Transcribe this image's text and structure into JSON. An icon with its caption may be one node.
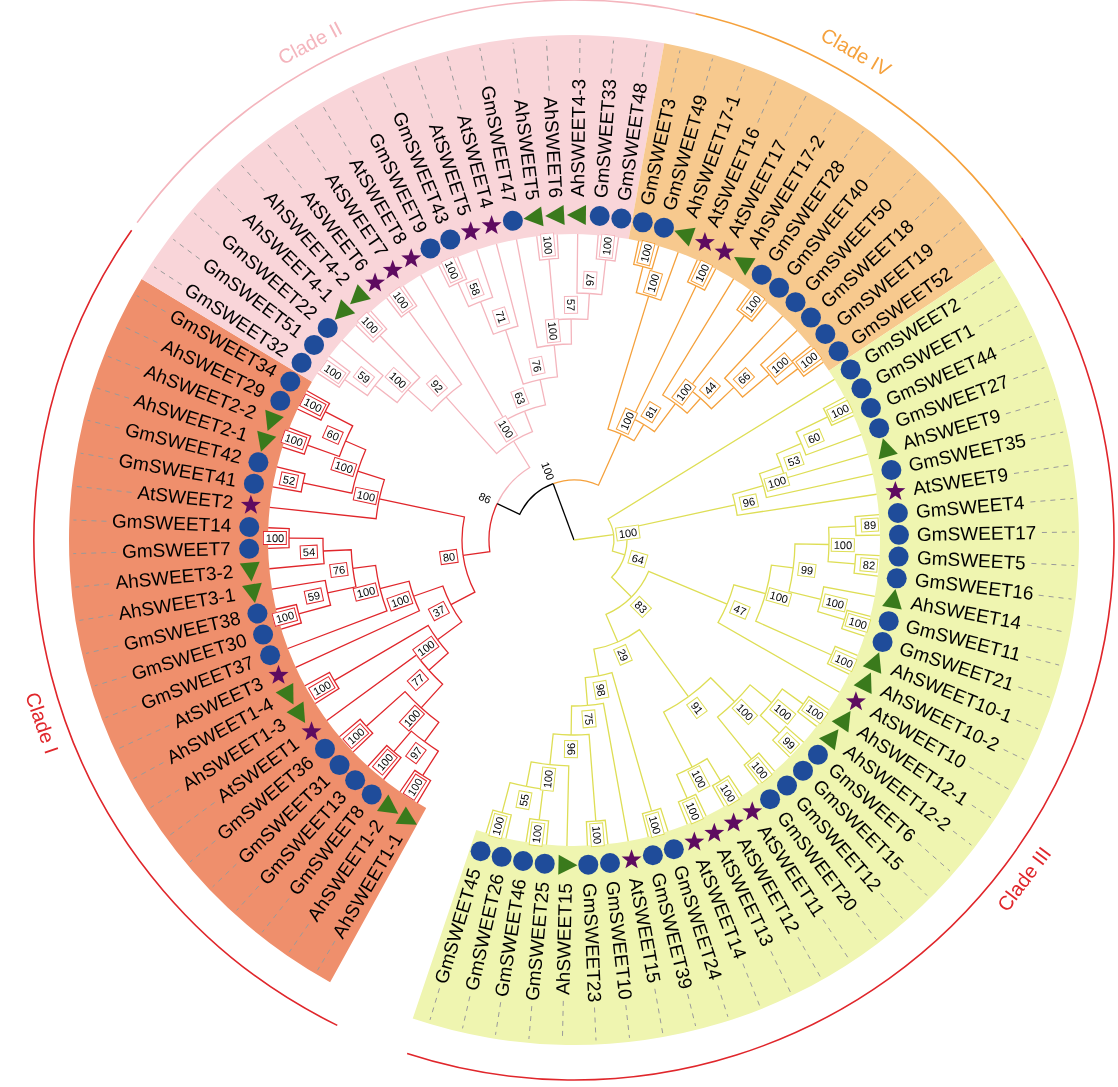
{
  "diagram": {
    "nodes": [
      {
        "text": [
          "AhSWEET1-1",
          "AhSWEET1-2",
          "GmSWEET8",
          "GmSWEET13",
          "GmSWEET31",
          "GmSWEET36",
          "AtSWEET1",
          "AhSWEET1-3",
          "AhSWEET1-4",
          "AtSWEET3",
          "GmSWEET37",
          "GmSWEET30",
          "GmSWEET38",
          "AhSWEET3-1",
          "AhSWEET3-2",
          "GmSWEET7",
          "GmSWEET14",
          "AtSWEET2",
          "GmSWEET41",
          "GmSWEET42",
          "AhSWEET2-1",
          "AhSWEET2-2",
          "AhSWEET29",
          "GmSWEET34"
        ],
        "beside": [
          "Clade I"
        ]
      },
      {
        "text": [
          "GmSWEET32",
          "GmSWEET51",
          "GmSWEET22",
          "AhSWEET4-1",
          "AhSWEET4-2",
          "AtSWEET6",
          "AtSWEET7",
          "AtSWEET8",
          "GmSWEET9",
          "GmSWEET43",
          "AtSWEET5",
          "AtSWEET4",
          "GmSWEET47",
          "AhSWEET5",
          "AhSWEET6",
          "AhSWEET4-3",
          "GmSWEET33",
          "GmSWEET48"
        ],
        "beside": [
          "Clade II"
        ]
      },
      {
        "text": [
          "GmSWEET3",
          "GmSWEET49",
          "AhSWEET17-1",
          "AtSWEET16",
          "AtSWEET17",
          "AhSWEET17-2",
          "GmSWEET28",
          "GmSWEET40",
          "GmSWEET50",
          "GmSWEET18",
          "GmSWEET19",
          "GmSWEET52"
        ],
        "beside": [
          "Clade IV"
        ]
      },
      {
        "text": [
          "GmSWEET2",
          "GmSWEET1",
          "GmSWEET44",
          "GmSWEET27",
          "AhSWEET9",
          "GmSWEET35",
          "AtSWEET9",
          "GmSWEET4",
          "GmSWEET17",
          "GmSWEET5",
          "GmSWEET16",
          "AhSWEET14",
          "GmSWEET11",
          "GmSWEET21",
          "AhSWEET10-1",
          "AhSWEET10-2",
          "AtSWEET10",
          "AhSWEET12-1",
          "AhSWEET12-2",
          "GmSWEET6",
          "GmSWEET15",
          "GmSWEET12",
          "GmSWEET20",
          "AtSWEET11",
          "AtSWEET12",
          "AtSWEET13",
          "AtSWEET14",
          "GmSWEET24",
          "GmSWEET39",
          "AtSWEET15",
          "GmSWEET10",
          "GmSWEET23",
          "AhSWEET15",
          "GmSWEET25",
          "GmSWEET46",
          "GmSWEET26",
          "GmSWEET45"
        ],
        "beside": [
          "Clade III"
        ]
      }
    ],
    "labels": [
      "100",
      "100",
      "97",
      "100",
      "100",
      "77",
      "100",
      "100",
      "100",
      "59",
      "100",
      "54",
      "76",
      "100",
      "100",
      "37",
      "52",
      "100",
      "100",
      "60",
      "100",
      "100",
      "80",
      "100",
      "59",
      "100",
      "100",
      "100",
      "92",
      "100",
      "58",
      "71",
      "100",
      "100",
      "97",
      "57",
      "100",
      "76",
      "63",
      "100",
      "86",
      "100",
      "100",
      "100",
      "100",
      "100",
      "100",
      "66",
      "44",
      "100",
      "81",
      "100",
      "100",
      "100",
      "60",
      "53",
      "100",
      "96",
      "89",
      "82",
      "100",
      "100",
      "100",
      "99",
      "100",
      "100",
      "47",
      "100",
      "99",
      "100",
      "100",
      "100",
      "100",
      "100",
      "100",
      "91",
      "100",
      "100",
      "100",
      "100",
      "55",
      "100",
      "96",
      "75",
      "98",
      "29",
      "83",
      "64",
      "100"
    ]
  }
}
